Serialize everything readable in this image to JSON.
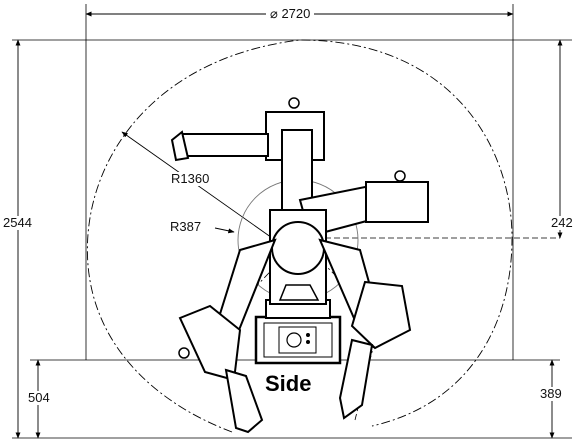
{
  "diagram": {
    "view_label": "Side",
    "dimensions": {
      "top_width": "⌀ 2720",
      "left_height": "2544",
      "right_height": "242",
      "bottom_left_height": "504",
      "bottom_right_height": "389",
      "outer_radius": "R1360",
      "inner_radius": "R387"
    }
  }
}
